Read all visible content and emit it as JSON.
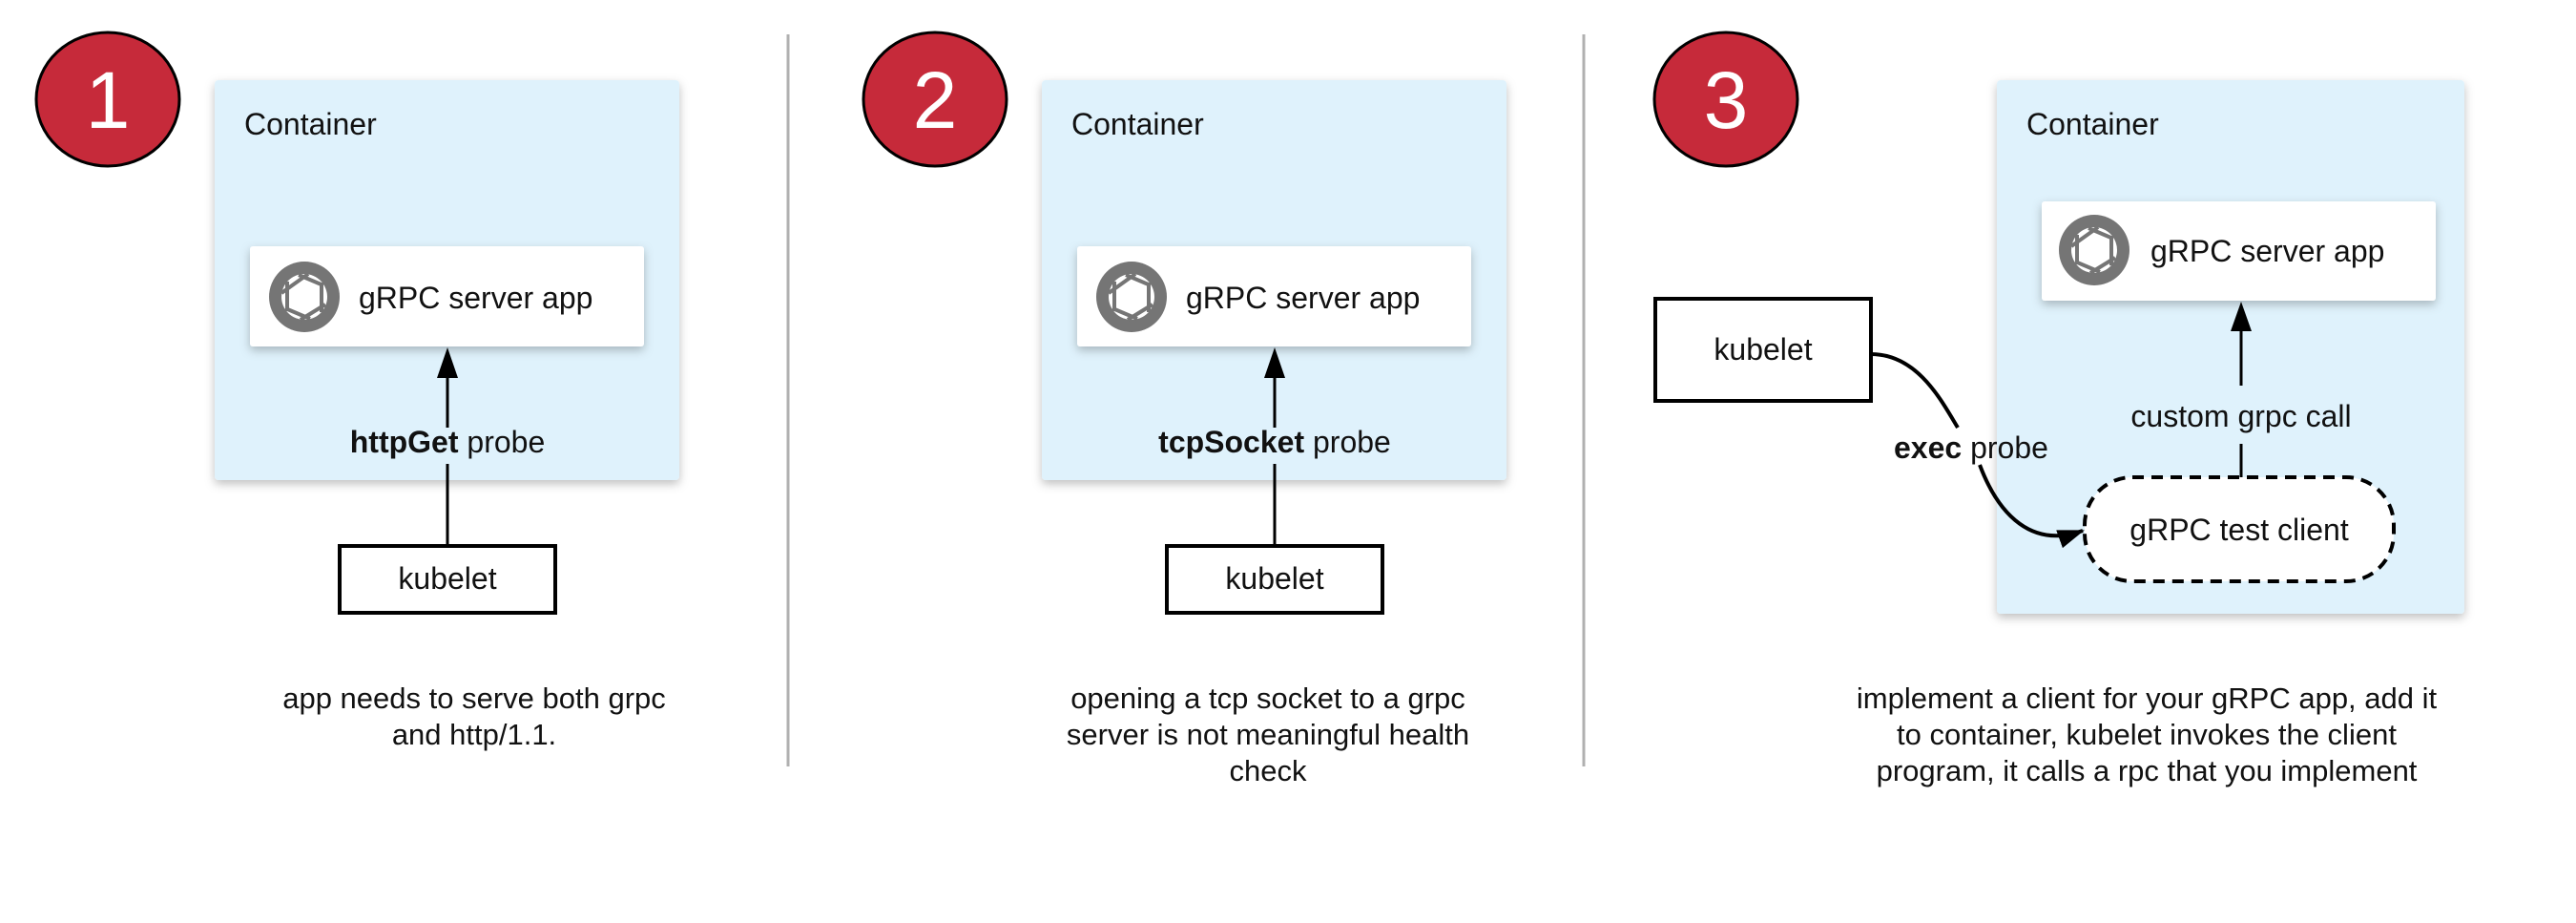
{
  "colors": {
    "badge": "#c62a3a",
    "container": "#dff2fc",
    "icon": "#757575",
    "divider": "#b0b0b0"
  },
  "panels": [
    {
      "number": "1",
      "container_label": "Container",
      "app_label": "gRPC server app",
      "probe_bold": "httpGet",
      "probe_rest": " probe",
      "kubelet_label": "kubelet",
      "caption": [
        "app needs to serve both grpc",
        "and http/1.1."
      ]
    },
    {
      "number": "2",
      "container_label": "Container",
      "app_label": "gRPC server app",
      "probe_bold": "tcpSocket",
      "probe_rest": " probe",
      "kubelet_label": "kubelet",
      "caption": [
        "opening a tcp socket to a grpc",
        "server is not meaningful health",
        "check"
      ]
    },
    {
      "number": "3",
      "container_label": "Container",
      "app_label": "gRPC server app",
      "probe_bold": "exec",
      "probe_rest": " probe",
      "kubelet_label": "kubelet",
      "call_label": "custom grpc call",
      "client_label": "gRPC test client",
      "caption": [
        "implement a client for your gRPC app, add it",
        "to container, kubelet invokes the client",
        "program, it calls a rpc that you implement"
      ]
    }
  ],
  "icons": [
    "grpc-aperture-icon"
  ]
}
